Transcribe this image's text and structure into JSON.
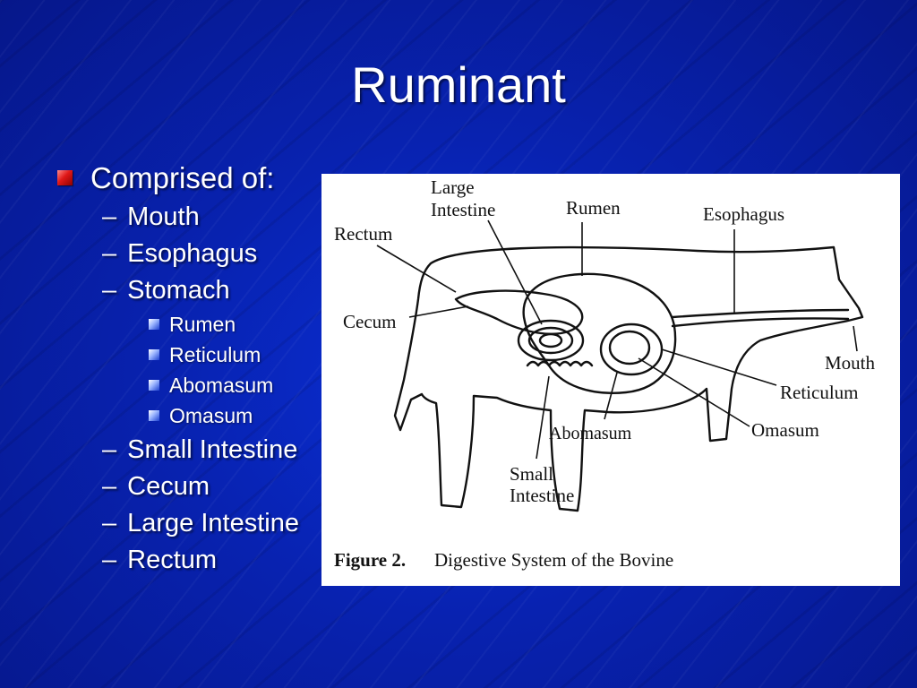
{
  "slide": {
    "title": "Ruminant",
    "bullet": "Comprised of:",
    "items": [
      {
        "dash": "–",
        "label": "Mouth"
      },
      {
        "dash": "–",
        "label": "Esophagus"
      },
      {
        "dash": "–",
        "label": "Stomach"
      },
      {
        "dash": "–",
        "label": "Small Intestine"
      },
      {
        "dash": "–",
        "label": "Cecum"
      },
      {
        "dash": "–",
        "label": "Large Intestine"
      },
      {
        "dash": "–",
        "label": "Rectum"
      }
    ],
    "stomach_parts": [
      "Rumen",
      "Reticulum",
      "Abomasum",
      "Omasum"
    ]
  },
  "figure": {
    "labels": {
      "large": "Large",
      "intestine": "Intestine",
      "rumen": "Rumen",
      "esophagus": "Esophagus",
      "rectum": "Rectum",
      "cecum": "Cecum",
      "mouth": "Mouth",
      "reticulum": "Reticulum",
      "omasum": "Omasum",
      "abomasum": "Abomasum",
      "small": "Small",
      "small_intestine": "Intestine"
    },
    "caption_bold": "Figure 2.",
    "caption_text": "Digestive System of the Bovine"
  },
  "colors": {
    "background": "#0822b0",
    "level1_bullet": "#e01818",
    "level3_bullet": "#9ab4ff",
    "text": "#ffffff"
  }
}
